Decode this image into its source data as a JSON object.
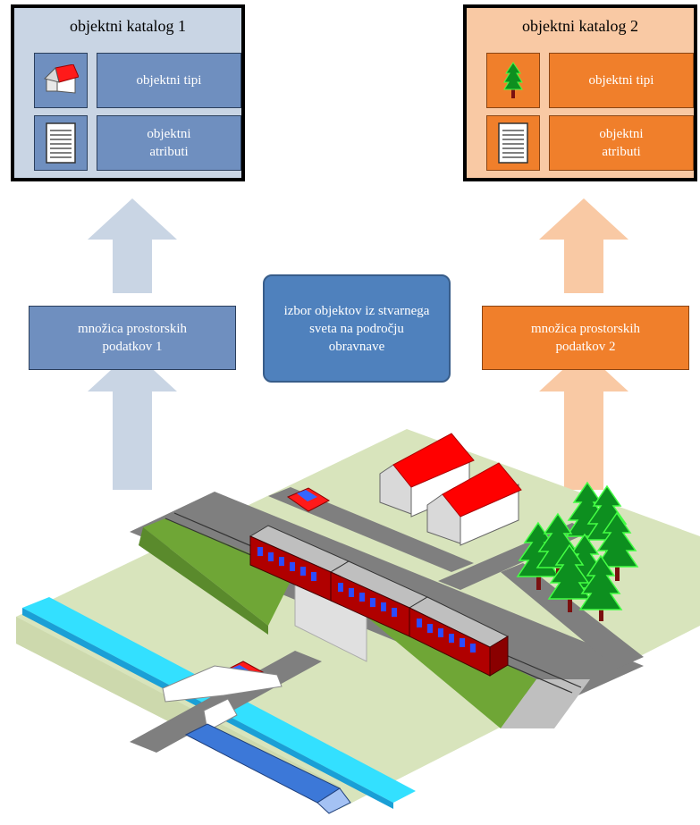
{
  "catalog1": {
    "title": "objektni katalog 1",
    "types_label": "objektni tipi",
    "attributes_label": "objektni atributi",
    "bg_color": "#c9d5e4",
    "cell_color": "#6f8fbf",
    "types_icon": "house-icon",
    "attributes_icon": "document-icon"
  },
  "catalog2": {
    "title": "objektni katalog 2",
    "types_label": "objektni tipi",
    "attributes_label": "objektni atributi",
    "bg_color": "#f9c9a4",
    "cell_color": "#f07f2b",
    "types_icon": "tree-icon",
    "attributes_icon": "document-icon"
  },
  "dataset1": {
    "label": "množica prostorskih podatkov 1",
    "color": "#6f8fbf"
  },
  "dataset2": {
    "label": "množica prostorskih podatkov 2",
    "color": "#f07f2b"
  },
  "selection": {
    "label": "izbor objektov iz stvarnega sveta na področju obravnave",
    "color": "#4f81bd"
  },
  "arrows": {
    "left_color": "#c9d5e4",
    "right_color": "#f9c9a4"
  },
  "scene": {
    "elements": [
      "grass-area",
      "road",
      "railway",
      "train",
      "river",
      "bridge",
      "houses",
      "trees",
      "cars",
      "building"
    ]
  }
}
